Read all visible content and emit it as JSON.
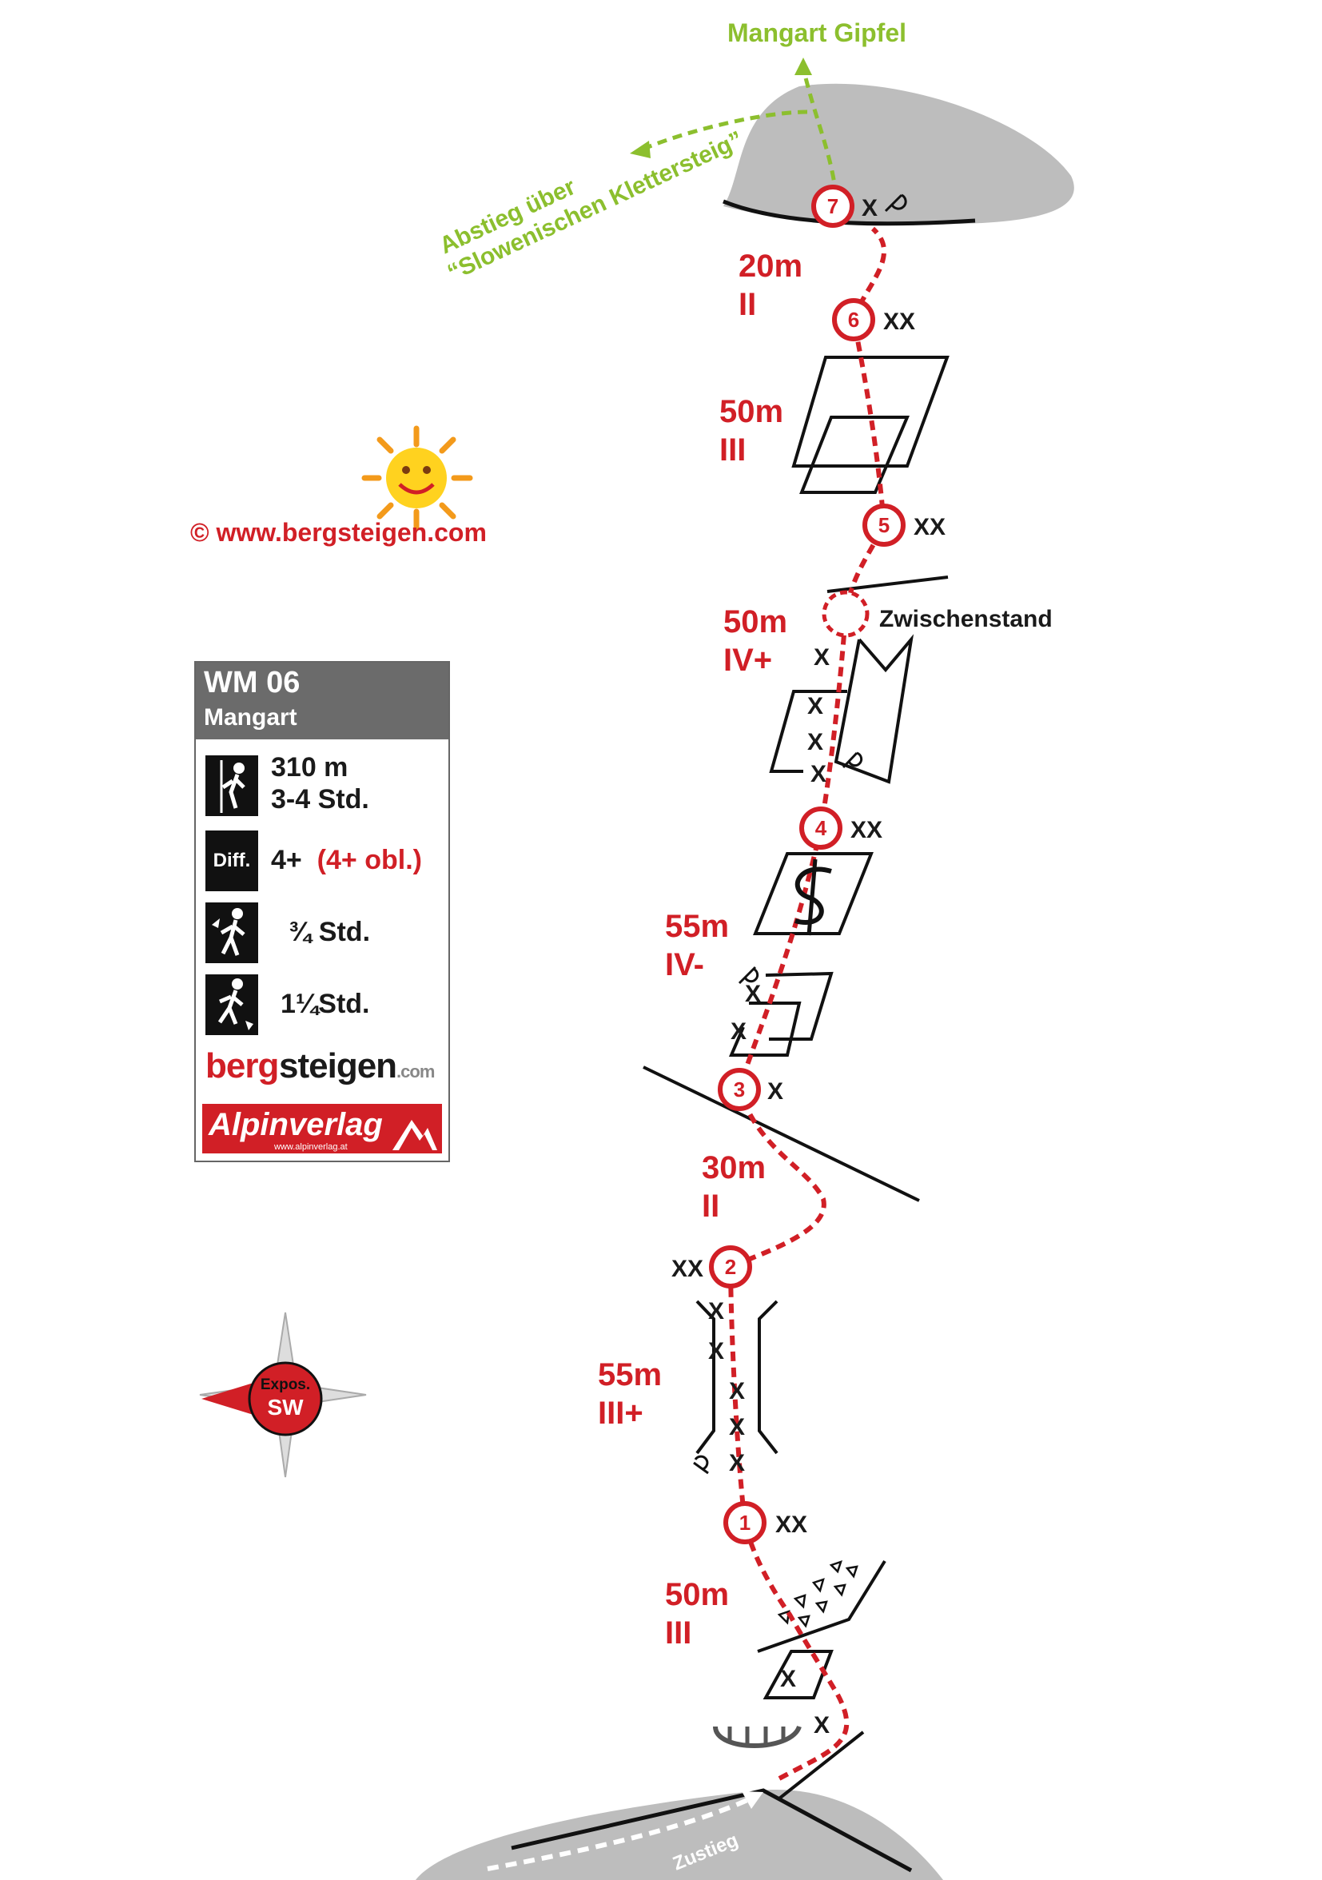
{
  "summit_label": "Mangart Gipfel",
  "descent_label_line1": "Abstieg über",
  "descent_label_line2": "“Slowenischen Klettersteig”",
  "copyright": "©  www.bergsteigen.com",
  "intermediate_belay_label": "Zwischenstand",
  "approach_label": "Zustieg",
  "compass": {
    "line1": "Expos.",
    "line2": "SW"
  },
  "info_card": {
    "title": "WM 06",
    "subtitle": "Mangart",
    "height": "310 m",
    "climb_time": "3-4 Std.",
    "difficulty_icon_label": "Diff.",
    "difficulty": "4+",
    "difficulty_obligatory": "(4+ obl.)",
    "approach_time": "¾ Std.",
    "descent_time": "1¼Std.",
    "logo_bergsteigen_red": "berg",
    "logo_bergsteigen_black": "steigen",
    "logo_bergsteigen_suffix": ".com",
    "logo_alpinverlag": "Alpinverlag",
    "logo_alpinverlag_url": "www.alpinverlag.at"
  },
  "belays": [
    {
      "number": "1",
      "bolts": "XX"
    },
    {
      "number": "2",
      "bolts": "XX"
    },
    {
      "number": "3",
      "bolts": "X"
    },
    {
      "number": "4",
      "bolts": "XX"
    },
    {
      "number": "5",
      "bolts": "XX"
    },
    {
      "number": "6",
      "bolts": "XX"
    },
    {
      "number": "7",
      "bolts": "X"
    }
  ],
  "pitches": [
    {
      "length": "50m",
      "grade": "III"
    },
    {
      "length": "55m",
      "grade": "III+"
    },
    {
      "length": "30m",
      "grade": "II"
    },
    {
      "length": "55m",
      "grade": "IV-"
    },
    {
      "length": "50m",
      "grade": "IV+"
    },
    {
      "length": "50m",
      "grade": "III"
    },
    {
      "length": "20m",
      "grade": "II"
    }
  ],
  "route_bolt_marker": "X",
  "colors": {
    "route": "#d11f26",
    "descent": "#8cbf2e",
    "rock": "#bdbdbd",
    "ink": "#1a1a1a"
  }
}
